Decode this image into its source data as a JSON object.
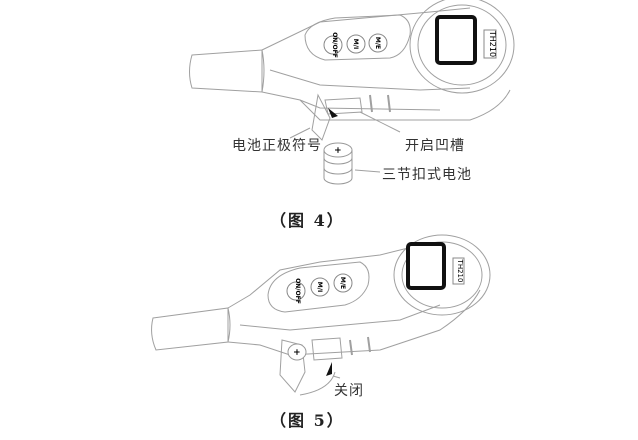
{
  "figure4": {
    "caption": "（图 4）",
    "device": {
      "model": "TH210",
      "buttons": [
        "ON/OFF",
        "M/I",
        "M/E"
      ]
    },
    "battery_mark": "+",
    "callouts": {
      "battery_positive_symbol": "电池正极符号",
      "opening_groove": "开启凹槽",
      "button_cell_batteries": "三节扣式电池"
    }
  },
  "figure5": {
    "caption": "（图 5）",
    "device": {
      "model": "TH210",
      "buttons": [
        "ON/OFF",
        "M/I",
        "M/E"
      ]
    },
    "battery_mark": "+",
    "callouts": {
      "close": "关闭"
    }
  },
  "colors": {
    "line": "#9a9a9a",
    "dark": "#111111",
    "background": "#ffffff"
  }
}
